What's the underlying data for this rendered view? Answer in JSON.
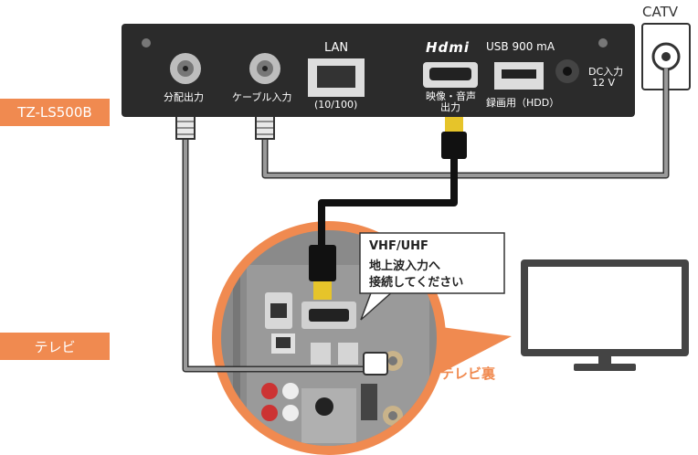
{
  "device": {
    "model": "TZ-LS500B",
    "lan": "LAN",
    "lan_spec": "(10/100)",
    "hdmi_logo": "Hdmi",
    "usb": "USB 900 mA",
    "port_out": "分配出力",
    "port_cable_in": "ケーブル入力",
    "port_video_line1": "映像・音声",
    "port_video_line2": "出力",
    "port_rec": "録画用（HDD）",
    "dc_line1": "DC入力",
    "dc_line2": "12 V"
  },
  "catv": "CATV",
  "tv": {
    "label": "テレビ",
    "back_label": "テレビ裏",
    "callout_line1": "VHF/UHF",
    "callout_line2": "地上波入力へ",
    "callout_line3": "接続してください"
  },
  "colors": {
    "accent": "#f08a50",
    "device_body": "#2b2b2b",
    "cable": "#555555"
  }
}
